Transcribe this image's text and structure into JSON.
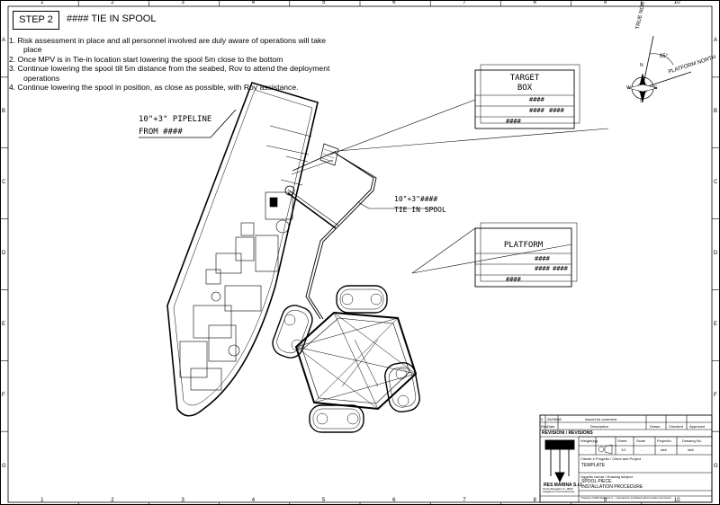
{
  "header": {
    "step": "STEP 2",
    "title": "#### TIE IN SPOOL"
  },
  "instructions": [
    "1.  Risk assessment in place and all personnel involved are duly aware of operations will take place",
    "2.  Once MPV is in Tie-in location start lowering the spool 5m close to the bottom",
    "3.  Continue lowering the spool till 5m distance from the seabed, Rov to attend the deployment operations",
    "4.  Continue lowering the spool in position, as close as possible, with Rov assistance."
  ],
  "labels": {
    "pipeline_line1": "10\"+3\" PIPELINE",
    "pipeline_line2": "FROM ####",
    "spool_line1": "10\"+3\"####",
    "spool_line2": "TIE IN SPOOL"
  },
  "target_box": {
    "line1": "TARGET",
    "line2": "BOX",
    "code": "####",
    "code2": "####",
    "code3": "####",
    "code4": "####"
  },
  "platform_box": {
    "title": "PLATFORM",
    "code": "####",
    "code2": "####",
    "code3": "####",
    "code4": "####"
  },
  "compass": {
    "true_north": "TRUE NORTH",
    "platform_north": "PLATFORM NORTH",
    "angle": "65°",
    "n": "N",
    "s": "S",
    "e": "E",
    "w": "W"
  },
  "grid": {
    "columns": [
      "1",
      "2",
      "3",
      "4",
      "5",
      "6",
      "7",
      "8",
      "9",
      "10"
    ],
    "rows": [
      "A",
      "B",
      "C",
      "D",
      "E",
      "F",
      "G"
    ]
  },
  "title_block": {
    "rev_no": "0",
    "rev_date": "26/08/08",
    "rev_desc": "Issued for comment",
    "head_rev": "Rev.",
    "head_date": "Date",
    "head_desc": "Description",
    "head_drawn": "Drawn",
    "head_checked": "Checked",
    "head_approved": "Approved",
    "revisions": "REVISIONI / REVISIONS",
    "weight": "Weight(kg)",
    "sheet": "Sheet",
    "scale": "Scale",
    "projection": "Projectio",
    "drawing_no": "Drawing No.",
    "sheet_val": "1/1",
    "weight_val": "-",
    "scale_val": "-",
    "proj_val": "###",
    "drawing_val": "###",
    "client_label": "Cliente e Progetto / Client and Project",
    "client_val": "TEMPLATE",
    "subject_label": "Oggetto tavola / Drawing subject",
    "subject_line1": "SPOOL PIECE",
    "subject_line2": "INSTALLATION PROCEDURE",
    "company": "RES MARINA S.r.l.",
    "company_addr": "Via Dei Bersaglieri, 8 - 48015 Castiglione di Cervia (RA) Italy",
    "copyright": "Property of RES Marina S.r.l. - reproduction prohibited without written permission"
  }
}
